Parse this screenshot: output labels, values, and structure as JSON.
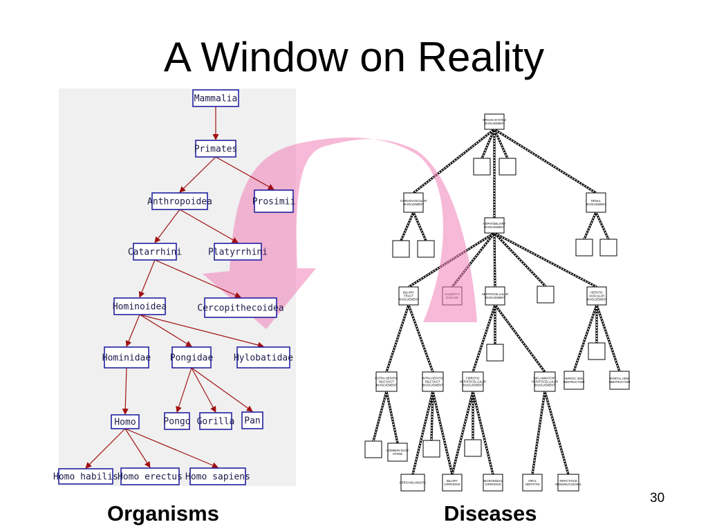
{
  "slide": {
    "title": "A Window on Reality",
    "left_caption": "Organisms",
    "right_caption": "Diseases",
    "page_number": "30"
  },
  "colors": {
    "tax_box_border": "#2020a0",
    "tax_arrow": "#a01010",
    "tax_panel_bg": "#f0f0f0",
    "arrow_fill": "#f080b8",
    "disease_line": "#000000"
  },
  "taxonomy": {
    "nodes": [
      {
        "id": "mammalia",
        "label": "Mammalia"
      },
      {
        "id": "primates",
        "label": "Primates"
      },
      {
        "id": "anthropoidea",
        "label": "Anthropoidea"
      },
      {
        "id": "prosimii",
        "label": "Prosimii"
      },
      {
        "id": "catarrhini",
        "label": "Catarrhini"
      },
      {
        "id": "platyrrhini",
        "label": "Platyrrhini"
      },
      {
        "id": "hominoidea",
        "label": "Hominoidea"
      },
      {
        "id": "cercopithecoidea",
        "label": "Cercopithecoidea"
      },
      {
        "id": "hominidae",
        "label": "Hominidae"
      },
      {
        "id": "pongidae",
        "label": "Pongidae"
      },
      {
        "id": "hylobatidae",
        "label": "Hylobatidae"
      },
      {
        "id": "homo",
        "label": "Homo"
      },
      {
        "id": "pongo",
        "label": "Pongo"
      },
      {
        "id": "gorilla",
        "label": "Gorilla"
      },
      {
        "id": "pan",
        "label": "Pan"
      },
      {
        "id": "homo-habilis",
        "label": "Homo habilis"
      },
      {
        "id": "homo-erectus",
        "label": "Homo erectus"
      },
      {
        "id": "homo-sapiens",
        "label": "Homo sapiens"
      }
    ],
    "edges": [
      [
        "mammalia",
        "primates"
      ],
      [
        "primates",
        "anthropoidea"
      ],
      [
        "primates",
        "prosimii"
      ],
      [
        "anthropoidea",
        "catarrhini"
      ],
      [
        "anthropoidea",
        "platyrrhini"
      ],
      [
        "catarrhini",
        "hominoidea"
      ],
      [
        "catarrhini",
        "cercopithecoidea"
      ],
      [
        "hominoidea",
        "hominidae"
      ],
      [
        "hominoidea",
        "pongidae"
      ],
      [
        "hominoidea",
        "hylobatidae"
      ],
      [
        "hominidae",
        "homo"
      ],
      [
        "pongidae",
        "pongo"
      ],
      [
        "pongidae",
        "gorilla"
      ],
      [
        "pongidae",
        "pan"
      ],
      [
        "homo",
        "homo-habilis"
      ],
      [
        "homo",
        "homo-erectus"
      ],
      [
        "homo",
        "homo-sapiens"
      ]
    ]
  },
  "disease_tree": {
    "nodes": [
      {
        "id": "root",
        "label": "ORGAN SYSTEM INVOLVEMENT"
      },
      {
        "id": "blank-a",
        "label": ""
      },
      {
        "id": "blank-b",
        "label": ""
      },
      {
        "id": "cardio",
        "label": "CARDIOVASCULAR INVOLVEMENT"
      },
      {
        "id": "hepatobiliary",
        "label": "HEPATOBILIARY INVOLVEMENT"
      },
      {
        "id": "renal",
        "label": "RENAL INVOLVEMENT"
      },
      {
        "id": "blank-c",
        "label": ""
      },
      {
        "id": "blank-d",
        "label": ""
      },
      {
        "id": "blank-e",
        "label": ""
      },
      {
        "id": "blank-f",
        "label": ""
      },
      {
        "id": "biliary",
        "label": "BILIARY TRACT INVOLVEMENT"
      },
      {
        "id": "gilbert",
        "label": "GILBERT'S DISEASE"
      },
      {
        "id": "hepatocellular",
        "label": "HEPATOCELLULAR INVOLVEMENT"
      },
      {
        "id": "blank-g",
        "label": ""
      },
      {
        "id": "vascular",
        "label": "HEPATIC VASCULAR INVOLVEMENT"
      },
      {
        "id": "blank-h",
        "label": ""
      },
      {
        "id": "blank-i",
        "label": ""
      },
      {
        "id": "extrahepatic",
        "label": "EXTRA-HEPATIC BILE DUCT INVOLVEMENT"
      },
      {
        "id": "intrahepatic",
        "label": "INTRA-HEPATIC BILE DUCT INVOLVEMENT"
      },
      {
        "id": "fibrotic",
        "label": "FIBROTIC HEPATOCELLULAR INVOLVEMENT"
      },
      {
        "id": "inflammatory",
        "label": "INFLAMMATORY HEPATOCELLULAR INVOLVEMENT"
      },
      {
        "id": "hepatic-vein",
        "label": "HEPATIC VEIN OBSTRUCTION"
      },
      {
        "id": "portal-vein",
        "label": "PORTAL VEIN OBSTRUCTION"
      },
      {
        "id": "blank-j",
        "label": ""
      },
      {
        "id": "common-duct",
        "label": "COMMON DUCT STONE"
      },
      {
        "id": "blank-k",
        "label": ""
      },
      {
        "id": "blank-l",
        "label": ""
      },
      {
        "id": "pericholangitis",
        "label": "PERICHOLANGITIS"
      },
      {
        "id": "biliary-cirrhosis",
        "label": "BILIARY CIRRHOSIS"
      },
      {
        "id": "micronodal",
        "label": "MICRONODAL CIRRHOSIS"
      },
      {
        "id": "viral-hepatitis",
        "label": "VIRAL HEPATITIS"
      },
      {
        "id": "infectious-mono",
        "label": "INFECTIOUS MONONUCLEOSIS"
      }
    ],
    "edges": [
      [
        "root",
        "blank-a"
      ],
      [
        "root",
        "blank-b"
      ],
      [
        "root",
        "cardio"
      ],
      [
        "root",
        "hepatobiliary"
      ],
      [
        "root",
        "renal"
      ],
      [
        "cardio",
        "blank-c"
      ],
      [
        "cardio",
        "blank-d"
      ],
      [
        "renal",
        "blank-e"
      ],
      [
        "renal",
        "blank-f"
      ],
      [
        "hepatobiliary",
        "biliary"
      ],
      [
        "hepatobiliary",
        "gilbert"
      ],
      [
        "hepatobiliary",
        "hepatocellular"
      ],
      [
        "hepatobiliary",
        "blank-g"
      ],
      [
        "hepatobiliary",
        "vascular"
      ],
      [
        "hepatocellular",
        "blank-h"
      ],
      [
        "hepatocellular",
        "fibrotic"
      ],
      [
        "hepatocellular",
        "inflammatory"
      ],
      [
        "vascular",
        "hepatic-vein"
      ],
      [
        "vascular",
        "portal-vein"
      ],
      [
        "vascular",
        "blank-i"
      ],
      [
        "biliary",
        "extrahepatic"
      ],
      [
        "biliary",
        "intrahepatic"
      ],
      [
        "extrahepatic",
        "blank-j"
      ],
      [
        "extrahepatic",
        "common-duct"
      ],
      [
        "intrahepatic",
        "blank-k"
      ],
      [
        "intrahepatic",
        "pericholangitis"
      ],
      [
        "intrahepatic",
        "biliary-cirrhosis"
      ],
      [
        "fibrotic",
        "blank-l"
      ],
      [
        "fibrotic",
        "biliary-cirrhosis"
      ],
      [
        "fibrotic",
        "micronodal"
      ],
      [
        "inflammatory",
        "viral-hepatitis"
      ],
      [
        "inflammatory",
        "infectious-mono"
      ]
    ]
  }
}
